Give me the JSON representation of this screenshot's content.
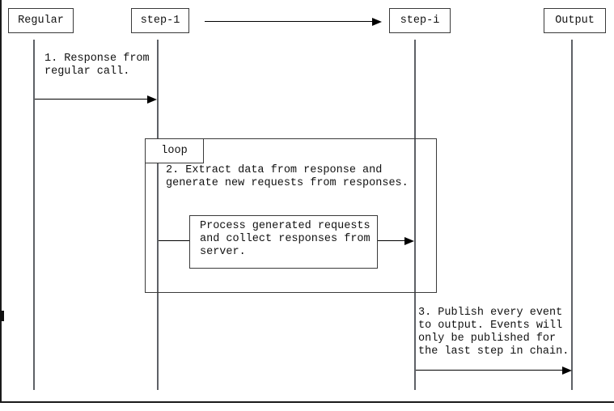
{
  "colors": {
    "background": "#ffffff",
    "stroke": "#3a3a3a",
    "arrow": "#000000",
    "lifeline": "#5e6166",
    "text": "#111111"
  },
  "actors": [
    {
      "id": "regular",
      "label": "Regular"
    },
    {
      "id": "step-1",
      "label": "step-1"
    },
    {
      "id": "step-i",
      "label": "step-i"
    },
    {
      "id": "output",
      "label": "Output"
    }
  ],
  "fragment": {
    "label": "loop"
  },
  "messages": {
    "msg1": "1. Response from\nregular call.",
    "msg2": "2. Extract data from response and\ngenerate new requests from responses.",
    "process": "Process generated requests\nand collect responses from\nserver.",
    "msg3": "3. Publish every event\nto output. Events will\nonly be published for\nthe last step in chain."
  }
}
